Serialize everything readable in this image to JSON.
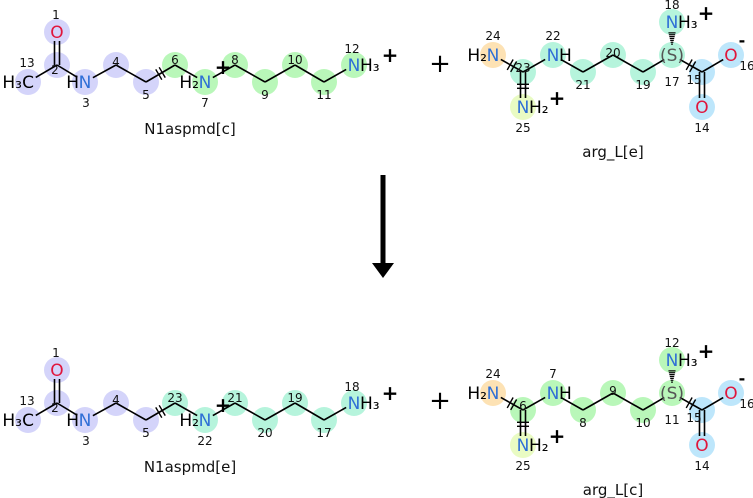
{
  "colors": {
    "lavender": "#d4d4fa",
    "green": "#b9f7b9",
    "aqua": "#b6f4dc",
    "blue": "#bde6fb",
    "orange": "#fde2b4",
    "yellow": "#e9fbc3",
    "nitrogen": "#2f6fd6",
    "oxygen": "#e0163c",
    "bond": "#000000"
  },
  "operators": {
    "plus": "+"
  },
  "rows": [
    {
      "molecules": [
        {
          "name": "N1aspmd[c]",
          "template": "spermidine",
          "atoms": [
            {
              "num": "1",
              "el": "O",
              "pre": "",
              "post": "",
              "charge": "",
              "color": "lavender"
            },
            {
              "num": "2",
              "el": "",
              "pre": "",
              "post": "",
              "charge": "",
              "color": "lavender"
            },
            {
              "num": "3",
              "el": "N",
              "pre": "H",
              "post": "",
              "charge": "",
              "color": "lavender"
            },
            {
              "num": "4",
              "el": "",
              "pre": "",
              "post": "",
              "charge": "",
              "color": "lavender"
            },
            {
              "num": "5",
              "el": "",
              "pre": "",
              "post": "",
              "charge": "",
              "color": "lavender"
            },
            {
              "num": "6",
              "el": "",
              "pre": "",
              "post": "",
              "charge": "",
              "color": "green"
            },
            {
              "num": "7",
              "el": "N",
              "pre": "H₂",
              "post": "",
              "charge": "+",
              "color": "green"
            },
            {
              "num": "8",
              "el": "",
              "pre": "",
              "post": "",
              "charge": "",
              "color": "green"
            },
            {
              "num": "9",
              "el": "",
              "pre": "",
              "post": "",
              "charge": "",
              "color": "green"
            },
            {
              "num": "10",
              "el": "",
              "pre": "",
              "post": "",
              "charge": "",
              "color": "green"
            },
            {
              "num": "11",
              "el": "",
              "pre": "",
              "post": "",
              "charge": "",
              "color": "green"
            },
            {
              "num": "12",
              "el": "N",
              "pre": "",
              "post": "H₃",
              "charge": "+",
              "color": "green"
            },
            {
              "num": "13",
              "el": "C",
              "pre": "H₃",
              "post": "",
              "charge": "",
              "color": "lavender"
            }
          ]
        },
        {
          "name": "arg_L[e]",
          "template": "arginine",
          "atoms": [
            {
              "num": "24",
              "el": "N",
              "pre": "H₂",
              "post": "",
              "charge": "",
              "color": "orange"
            },
            {
              "num": "23",
              "el": "",
              "pre": "",
              "post": "",
              "charge": "",
              "color": "aqua"
            },
            {
              "num": "25",
              "el": "N",
              "pre": "",
              "post": "H₂",
              "charge": "+",
              "color": "yellow"
            },
            {
              "num": "22",
              "el": "N",
              "pre": "",
              "post": "H",
              "charge": "",
              "color": "aqua"
            },
            {
              "num": "21",
              "el": "",
              "pre": "",
              "post": "",
              "charge": "",
              "color": "aqua"
            },
            {
              "num": "20",
              "el": "",
              "pre": "",
              "post": "",
              "charge": "",
              "color": "aqua"
            },
            {
              "num": "19",
              "el": "",
              "pre": "",
              "post": "",
              "charge": "",
              "color": "aqua"
            },
            {
              "num": "17",
              "el": "(S)",
              "pre": "",
              "post": "",
              "charge": "",
              "color": "aqua"
            },
            {
              "num": "18",
              "el": "N",
              "pre": "",
              "post": "H₃",
              "charge": "+",
              "color": "aqua"
            },
            {
              "num": "15",
              "el": "",
              "pre": "",
              "post": "",
              "charge": "",
              "color": "blue"
            },
            {
              "num": "16",
              "el": "O",
              "pre": "",
              "post": "",
              "charge": "-",
              "color": "blue"
            },
            {
              "num": "14",
              "el": "O",
              "pre": "",
              "post": "",
              "charge": "",
              "color": "blue"
            }
          ]
        }
      ]
    },
    {
      "molecules": [
        {
          "name": "N1aspmd[e]",
          "template": "spermidine",
          "atoms": [
            {
              "num": "1",
              "el": "O",
              "pre": "",
              "post": "",
              "charge": "",
              "color": "lavender"
            },
            {
              "num": "2",
              "el": "",
              "pre": "",
              "post": "",
              "charge": "",
              "color": "lavender"
            },
            {
              "num": "3",
              "el": "N",
              "pre": "H",
              "post": "",
              "charge": "",
              "color": "lavender"
            },
            {
              "num": "4",
              "el": "",
              "pre": "",
              "post": "",
              "charge": "",
              "color": "lavender"
            },
            {
              "num": "5",
              "el": "",
              "pre": "",
              "post": "",
              "charge": "",
              "color": "lavender"
            },
            {
              "num": "23",
              "el": "",
              "pre": "",
              "post": "",
              "charge": "",
              "color": "aqua"
            },
            {
              "num": "22",
              "el": "N",
              "pre": "H₂",
              "post": "",
              "charge": "+",
              "color": "aqua"
            },
            {
              "num": "21",
              "el": "",
              "pre": "",
              "post": "",
              "charge": "",
              "color": "aqua"
            },
            {
              "num": "20",
              "el": "",
              "pre": "",
              "post": "",
              "charge": "",
              "color": "aqua"
            },
            {
              "num": "19",
              "el": "",
              "pre": "",
              "post": "",
              "charge": "",
              "color": "aqua"
            },
            {
              "num": "17",
              "el": "",
              "pre": "",
              "post": "",
              "charge": "",
              "color": "aqua"
            },
            {
              "num": "18",
              "el": "N",
              "pre": "",
              "post": "H₃",
              "charge": "+",
              "color": "aqua"
            },
            {
              "num": "13",
              "el": "C",
              "pre": "H₃",
              "post": "",
              "charge": "",
              "color": "lavender"
            }
          ]
        },
        {
          "name": "arg_L[c]",
          "template": "arginine",
          "atoms": [
            {
              "num": "24",
              "el": "N",
              "pre": "H₂",
              "post": "",
              "charge": "",
              "color": "orange"
            },
            {
              "num": "6",
              "el": "",
              "pre": "",
              "post": "",
              "charge": "",
              "color": "green"
            },
            {
              "num": "25",
              "el": "N",
              "pre": "",
              "post": "H₂",
              "charge": "+",
              "color": "yellow"
            },
            {
              "num": "7",
              "el": "N",
              "pre": "",
              "post": "H",
              "charge": "",
              "color": "green"
            },
            {
              "num": "8",
              "el": "",
              "pre": "",
              "post": "",
              "charge": "",
              "color": "green"
            },
            {
              "num": "9",
              "el": "",
              "pre": "",
              "post": "",
              "charge": "",
              "color": "green"
            },
            {
              "num": "10",
              "el": "",
              "pre": "",
              "post": "",
              "charge": "",
              "color": "green"
            },
            {
              "num": "11",
              "el": "(S)",
              "pre": "",
              "post": "",
              "charge": "",
              "color": "green"
            },
            {
              "num": "12",
              "el": "N",
              "pre": "",
              "post": "H₃",
              "charge": "+",
              "color": "green"
            },
            {
              "num": "15",
              "el": "",
              "pre": "",
              "post": "",
              "charge": "",
              "color": "blue"
            },
            {
              "num": "16",
              "el": "O",
              "pre": "",
              "post": "",
              "charge": "-",
              "color": "blue"
            },
            {
              "num": "14",
              "el": "O",
              "pre": "",
              "post": "",
              "charge": "",
              "color": "blue"
            }
          ]
        }
      ]
    }
  ]
}
